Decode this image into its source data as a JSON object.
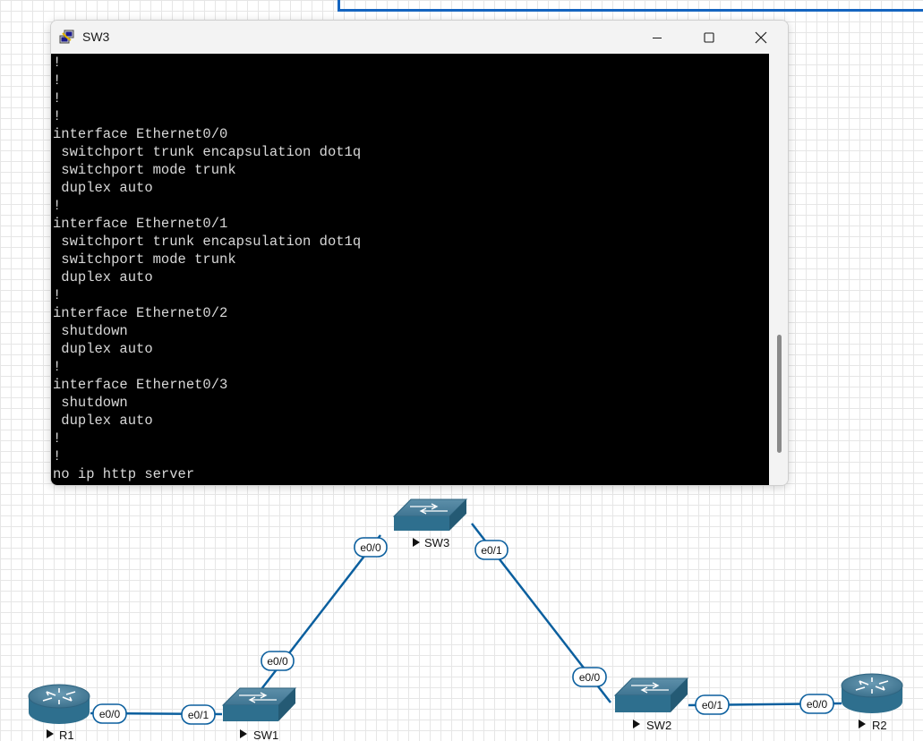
{
  "window": {
    "title": "SW3",
    "app_icon": "putty-terminal-icon",
    "controls": {
      "minimize": "minimize-icon",
      "maximize": "maximize-icon",
      "close": "close-icon"
    }
  },
  "terminal": {
    "background": "#000000",
    "foreground": "#d8d8d8",
    "lines": [
      "!",
      "!",
      "!",
      "!",
      "interface Ethernet0/0",
      " switchport trunk encapsulation dot1q",
      " switchport mode trunk",
      " duplex auto",
      "!",
      "interface Ethernet0/1",
      " switchport trunk encapsulation dot1q",
      " switchport mode trunk",
      " duplex auto",
      "!",
      "interface Ethernet0/2",
      " shutdown",
      " duplex auto",
      "!",
      "interface Ethernet0/3",
      " shutdown",
      " duplex auto",
      "!",
      "!",
      "no ip http server"
    ]
  },
  "topology": {
    "link_color": "#0b5f9e",
    "device_color": "#2e6f8e",
    "nodes": {
      "sw3": {
        "name": "SW3",
        "type": "switch",
        "icon": "switch-icon"
      },
      "sw1": {
        "name": "SW1",
        "type": "switch",
        "icon": "switch-icon"
      },
      "sw2": {
        "name": "SW2",
        "type": "switch",
        "icon": "switch-icon"
      },
      "r1": {
        "name": "R1",
        "type": "router",
        "icon": "router-icon"
      },
      "r2": {
        "name": "R2",
        "type": "router",
        "icon": "router-icon"
      }
    },
    "ports": {
      "sw3_e00": "e0/0",
      "sw3_e01": "e0/1",
      "sw1_e00": "e0/0",
      "sw1_e01": "e0/1",
      "sw2_e00": "e0/0",
      "sw2_e01": "e0/1",
      "r1_e00": "e0/0",
      "r2_e00": "e0/0"
    }
  }
}
